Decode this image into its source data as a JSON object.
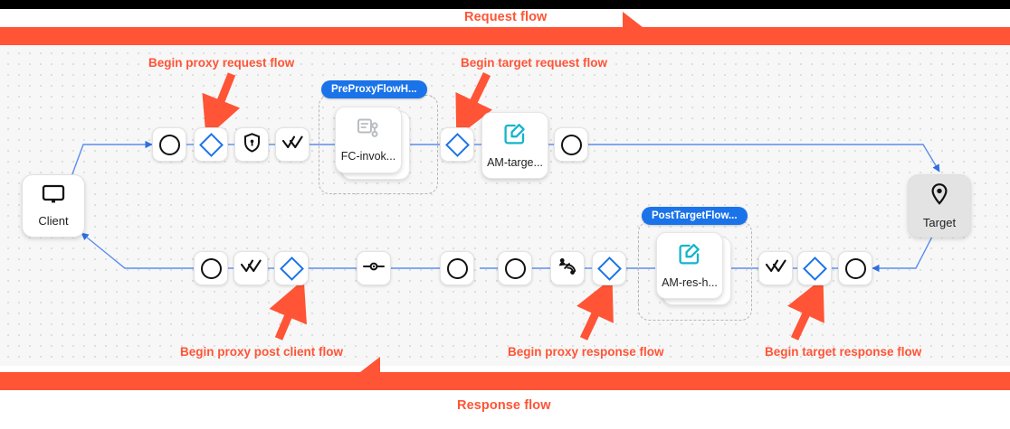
{
  "banners": {
    "request": {
      "label": "Request flow",
      "color": "#ff5436"
    },
    "response": {
      "label": "Response flow",
      "color": "#ff5436"
    }
  },
  "annotations": [
    {
      "name": "begin-proxy-request-flow",
      "label": "Begin proxy request flow"
    },
    {
      "name": "begin-target-request-flow",
      "label": "Begin target request flow"
    },
    {
      "name": "begin-proxy-post-client-flow",
      "label": "Begin proxy post client flow"
    },
    {
      "name": "begin-proxy-response-flow",
      "label": "Begin proxy response flow"
    },
    {
      "name": "begin-target-response-flow",
      "label": "Begin target response flow"
    }
  ],
  "endpoints": {
    "client": {
      "label": "Client",
      "icon": "monitor-icon"
    },
    "target": {
      "label": "Target",
      "icon": "location-pin-icon"
    }
  },
  "groups": {
    "preproxy": {
      "badge": "PreProxyFlowH..."
    },
    "posttarget": {
      "badge": "PostTargetFlow..."
    }
  },
  "policies": {
    "fc_invoke": {
      "label": "FC-invok...",
      "icon": "script-flowcallout-icon"
    },
    "am_target": {
      "label": "AM-targe...",
      "icon": "assign-message-edit-icon"
    },
    "am_response": {
      "label": "AM-res-h...",
      "icon": "assign-message-edit-icon"
    }
  },
  "request_row": [
    {
      "name": "flow-node-circle-1",
      "icon": "circle-icon"
    },
    {
      "name": "flow-node-diamond-1",
      "icon": "diamond-icon"
    },
    {
      "name": "flow-node-shield-1",
      "icon": "shield-lock-icon"
    },
    {
      "name": "flow-node-checks-1",
      "icon": "double-check-icon"
    },
    {
      "name": "flow-node-diamond-2",
      "icon": "diamond-icon"
    },
    {
      "name": "flow-node-circle-2",
      "icon": "circle-icon"
    }
  ],
  "response_row": [
    {
      "name": "flow-node-circle-3",
      "icon": "circle-icon"
    },
    {
      "name": "flow-node-checks-2",
      "icon": "double-check-icon"
    },
    {
      "name": "flow-node-diamond-3",
      "icon": "diamond-icon"
    },
    {
      "name": "flow-node-key-1",
      "icon": "key-icon"
    },
    {
      "name": "flow-node-circle-4",
      "icon": "circle-icon"
    },
    {
      "name": "flow-node-circle-5",
      "icon": "circle-icon"
    },
    {
      "name": "flow-node-satellite-1",
      "icon": "satellite-signal-icon"
    },
    {
      "name": "flow-node-diamond-4",
      "icon": "diamond-icon"
    },
    {
      "name": "flow-node-checks-3",
      "icon": "double-check-icon"
    },
    {
      "name": "flow-node-diamond-5",
      "icon": "diamond-icon"
    },
    {
      "name": "flow-node-circle-6",
      "icon": "circle-icon"
    }
  ],
  "colors": {
    "accent_red": "#ff5436",
    "accent_blue": "#1a73e8",
    "connector_blue": "#5b8def",
    "policy_teal": "#12b5cb"
  }
}
